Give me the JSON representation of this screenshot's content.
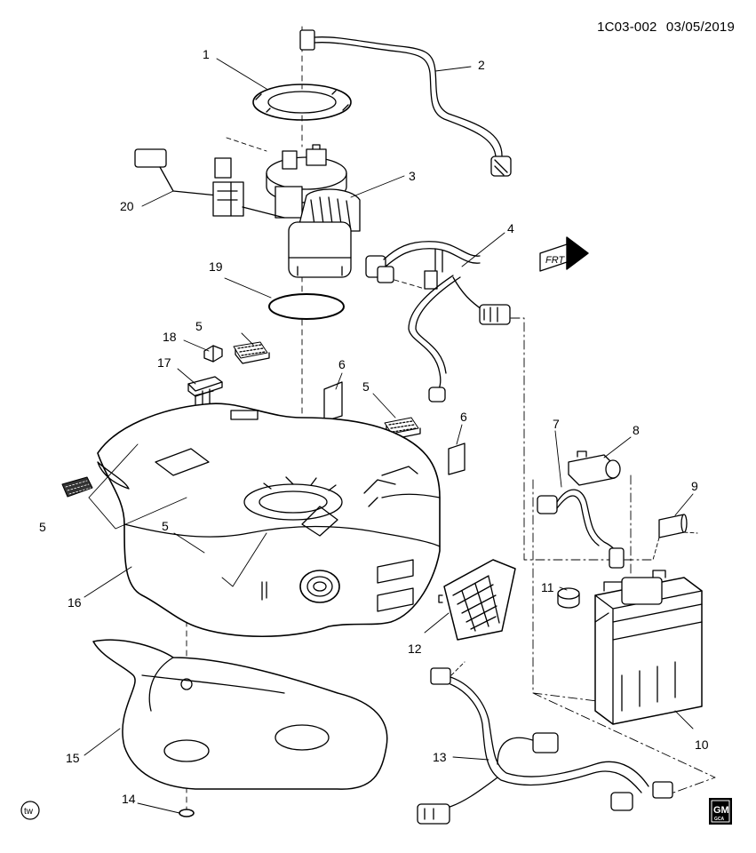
{
  "header": {
    "code": "1C03-002",
    "date": "03/05/2019"
  },
  "callouts": {
    "c1": "1",
    "c2": "2",
    "c3": "3",
    "c4": "4",
    "c5a": "5",
    "c5b": "5",
    "c5c": "5",
    "c5d": "5",
    "c6a": "6",
    "c6b": "6",
    "c7": "7",
    "c8": "8",
    "c9": "9",
    "c10": "10",
    "c11": "11",
    "c12": "12",
    "c13": "13",
    "c14": "14",
    "c15": "15",
    "c16": "16",
    "c17": "17",
    "c18": "18",
    "c19": "19",
    "c20": "20"
  },
  "direction_marker": {
    "label": "FRT"
  },
  "watermark": {
    "label": "tw"
  },
  "logo": {
    "text": "GM",
    "subtext": "GCA"
  }
}
